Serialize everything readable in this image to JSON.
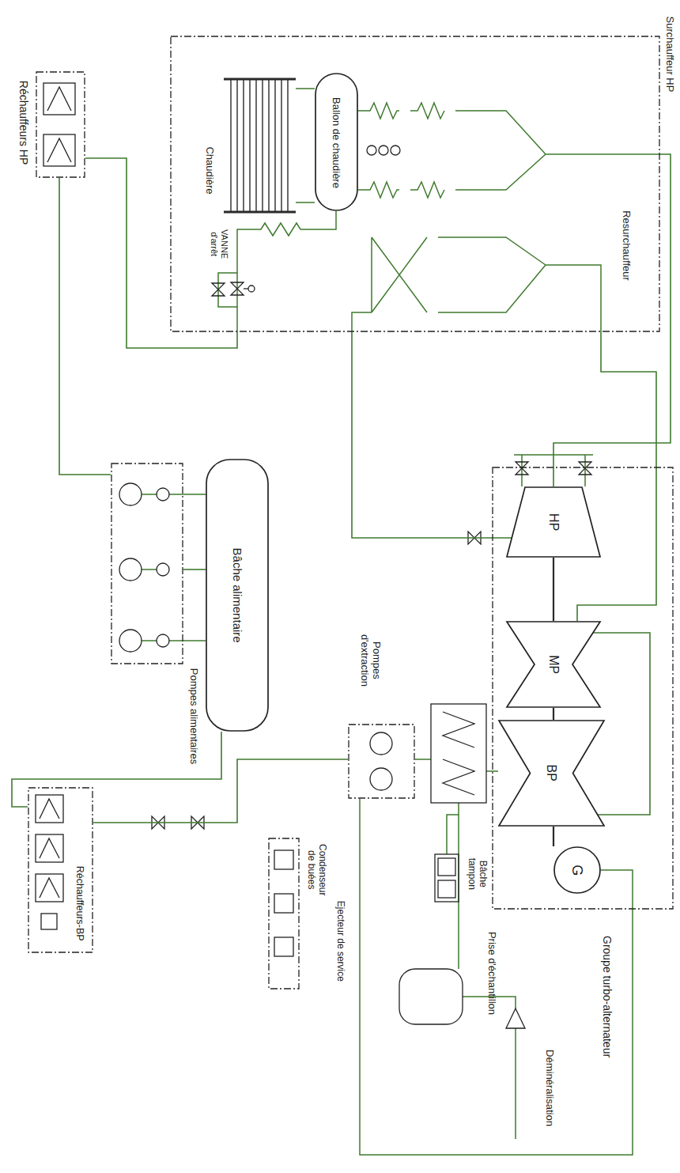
{
  "diagram": {
    "nodes": [
      {
        "text": [
          "Chaudière"
        ]
      },
      {
        "text": [
          "Ballon de chaudière"
        ],
        "in": 0
      },
      {
        "text": [
          "Réchauffeurs HP"
        ]
      },
      {
        "text": [
          "Groupe turbo-alternateur"
        ]
      },
      {
        "text": [
          "HP"
        ],
        "in": 3
      },
      {
        "text": [
          "MP"
        ],
        "in": 3
      },
      {
        "text": [
          "BP"
        ],
        "in": 3
      },
      {
        "text": [
          "G"
        ],
        "in": 3
      },
      {
        "text": [
          "Bâche alimentaire"
        ]
      },
      {
        "text": [
          "Pompes alimentaires"
        ]
      },
      {
        "text": [
          "Pompes d'extraction"
        ]
      },
      {
        "text": [
          "Réchauffeurs-BP"
        ]
      }
    ],
    "edges": [
      {
        "from": 0,
        "to": 4,
        "arrow": "none"
      },
      {
        "from": 4,
        "to": 0,
        "arrow": "none"
      },
      {
        "from": 0,
        "to": 5,
        "arrow": "none"
      },
      {
        "from": 5,
        "to": 6,
        "arrow": "none"
      },
      {
        "from": 10,
        "to": 11,
        "arrow": "none"
      },
      {
        "from": 11,
        "to": 8,
        "arrow": "none"
      },
      {
        "from": 8,
        "to": 9,
        "arrow": "none"
      },
      {
        "from": 9,
        "to": 2,
        "arrow": "none"
      },
      {
        "from": 2,
        "to": 0,
        "arrow": "none"
      }
    ],
    "labels": [
      "Surchauffeur HP",
      "Resurchauffeur",
      "VANNE d'arrêt",
      "Bâche tampon",
      "Prise d'échantillon",
      "Déminéralisation",
      "Condenseur de buées",
      "Ejecteur de service"
    ]
  }
}
